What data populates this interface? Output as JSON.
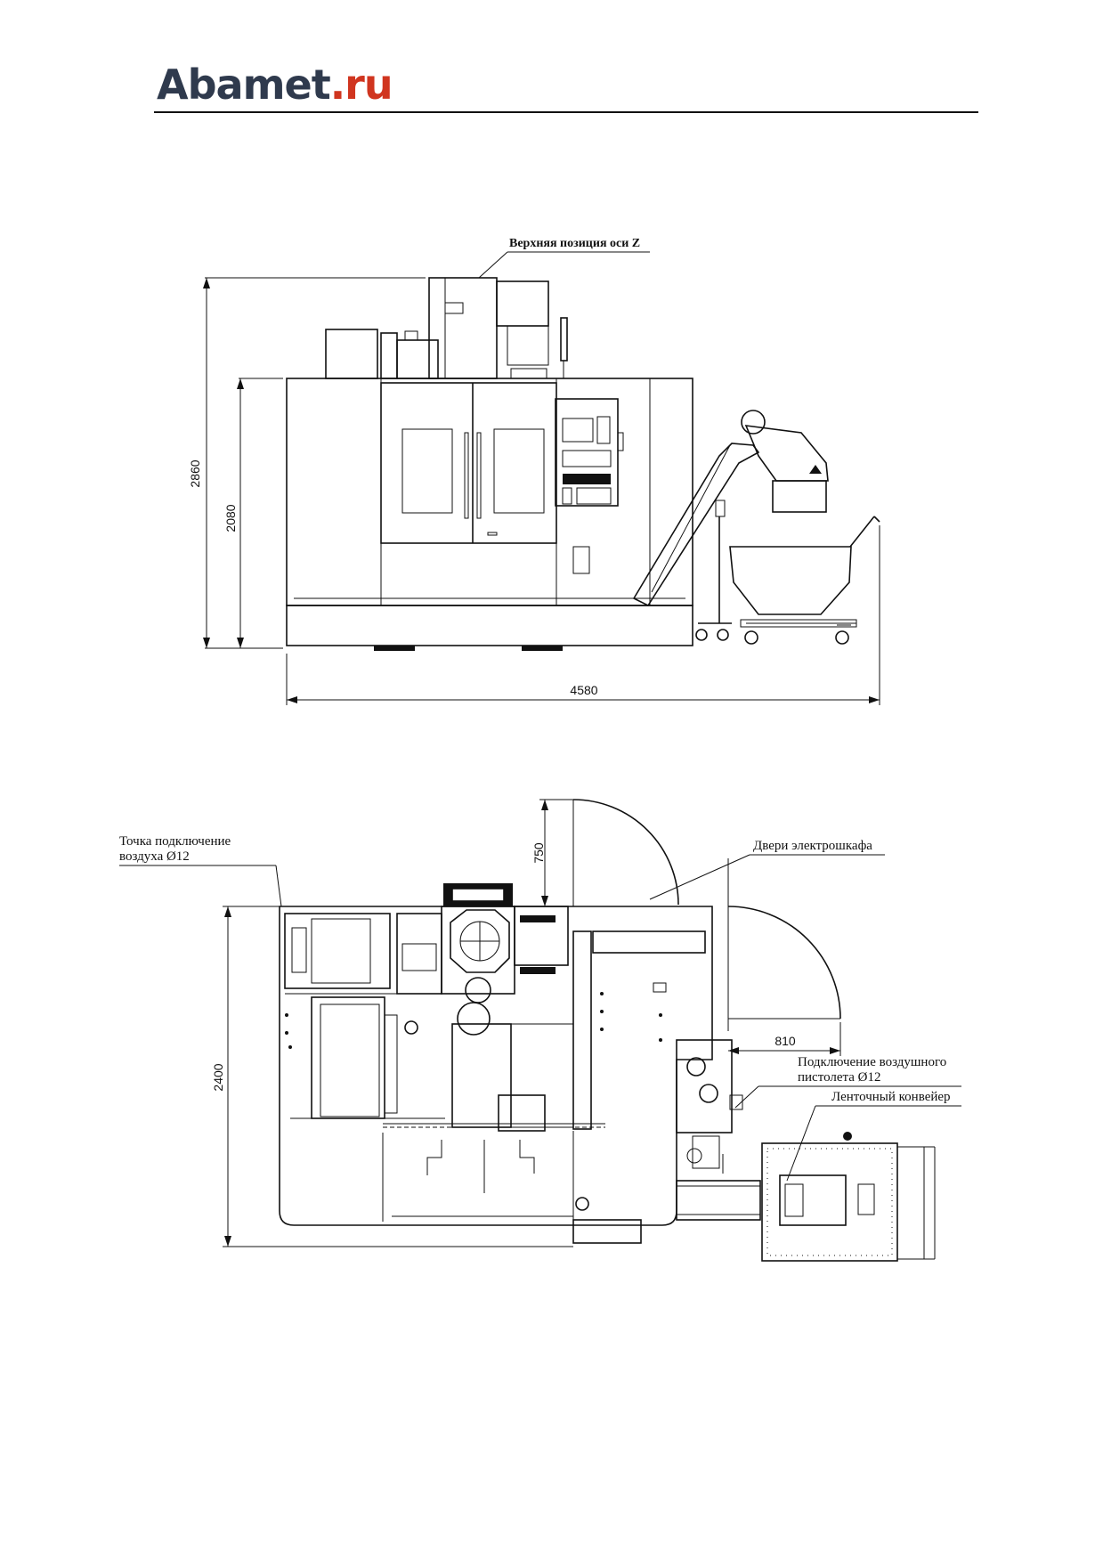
{
  "header": {
    "logo_main": "Abamet",
    "logo_tld": ".ru"
  },
  "colors": {
    "logo_main": "#2f3a4d",
    "logo_accent": "#d0351f",
    "line": "#111111"
  },
  "front_view": {
    "label_z_top": "Верхняя позиция оси Z",
    "dim_total_height": "2860",
    "dim_enclosure_height": "2080",
    "dim_total_width": "4580"
  },
  "top_view": {
    "label_air_point_line1": "Точка подключение",
    "label_air_point_line2": "воздуха Ø12",
    "label_cabinet_doors": "Двери электрошкафа",
    "label_air_gun_line1": "Подключение воздушного",
    "label_air_gun_line2": "пистолета Ø12",
    "label_conveyor": "Ленточный конвейер",
    "dim_door_swing_top": "750",
    "dim_door_swing_side": "810",
    "dim_depth": "2400"
  }
}
